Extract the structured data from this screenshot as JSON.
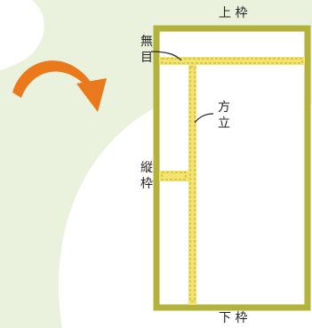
{
  "colors": {
    "background_green": "#EAF2DE",
    "curve_white": "#FFFFFF",
    "frame_olive": "#B3B23A",
    "member_yellow": "#F4E36C",
    "arrow_orange": "#E9791A",
    "text": "#222222"
  },
  "labels": {
    "top_frame": "上 枠",
    "bottom_frame": "下 枠",
    "mullion": [
      "方",
      "立"
    ],
    "transom": [
      "無",
      "目"
    ],
    "side_frame": [
      "縦",
      "枠"
    ]
  },
  "icons": {
    "arrow": "curved-arrow-icon"
  }
}
